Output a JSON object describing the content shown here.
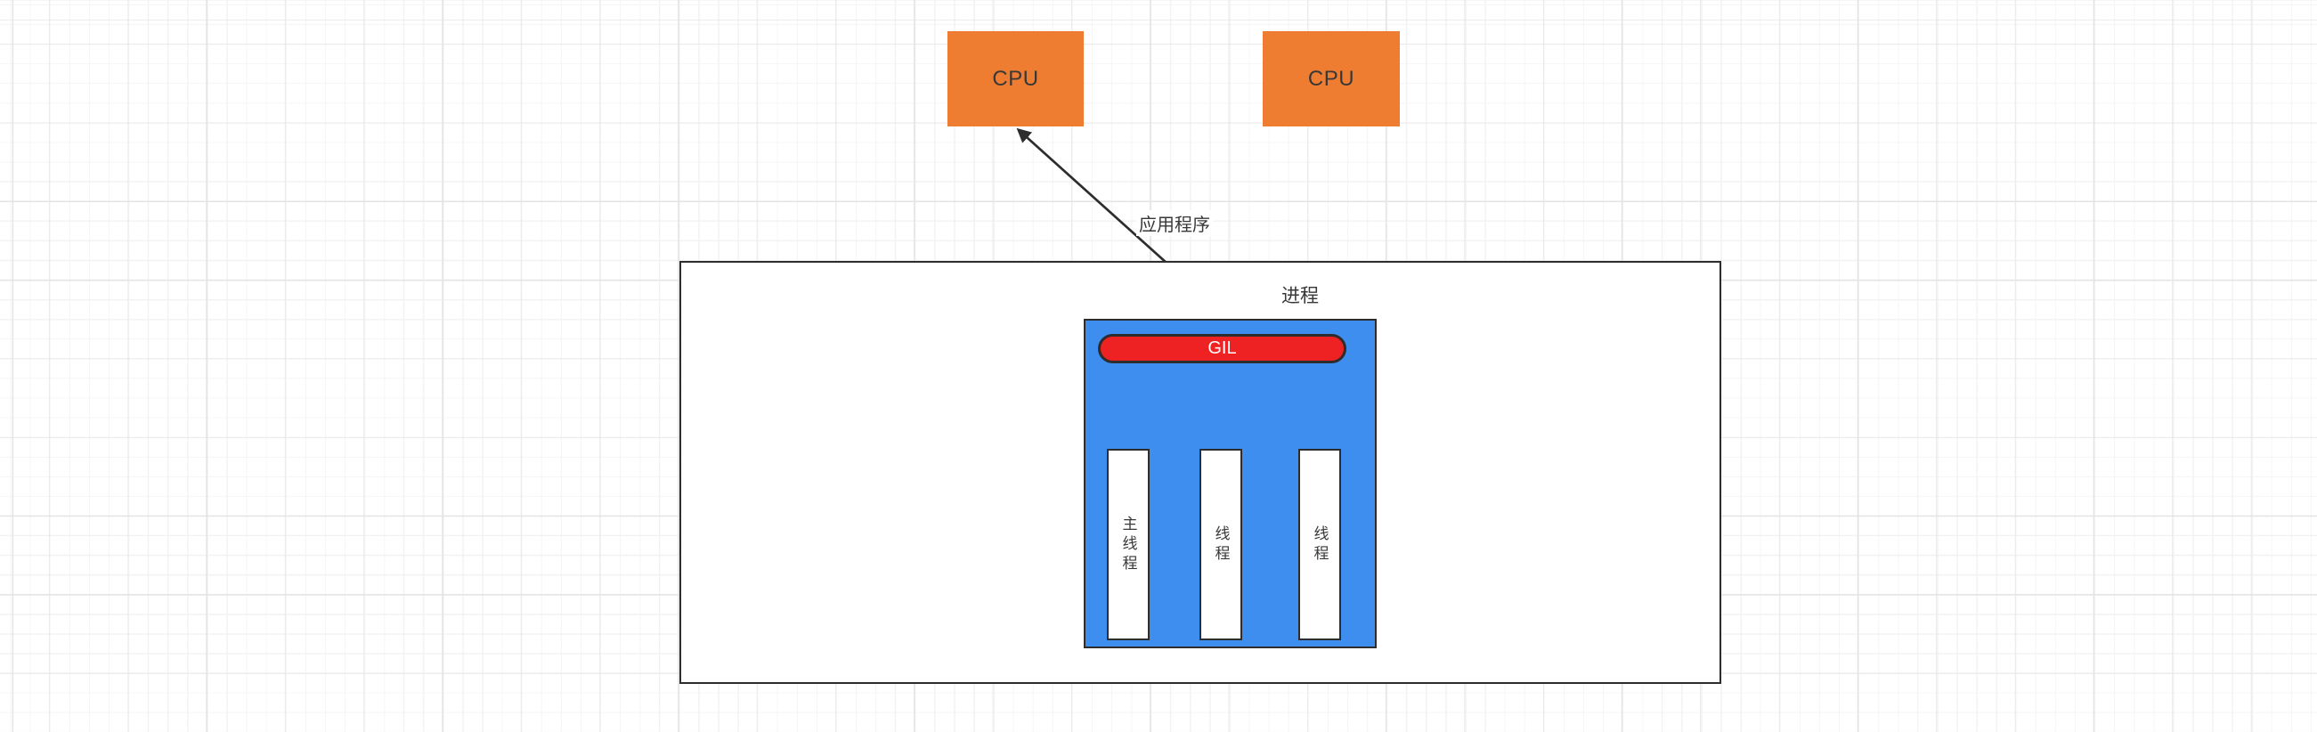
{
  "diagram": {
    "nodes": {
      "cpu_left": {
        "label": "CPU"
      },
      "cpu_right": {
        "label": "CPU"
      },
      "process": {
        "label": "进程"
      },
      "gil": {
        "label": "GIL"
      },
      "thread_main": {
        "label": "主线程"
      },
      "thread_2": {
        "label": "线程"
      },
      "thread_3": {
        "label": "线程"
      }
    },
    "edges": {
      "app_to_cpu": {
        "label": "应用程序"
      }
    }
  },
  "colors": {
    "cpu_fill": "#EE7D31",
    "process_fill": "#FFFFFF",
    "container_fill": "#3E8EF0",
    "gil_fill": "#EE2222",
    "stroke": "#2D2D2D",
    "text_color": "#383838",
    "grid_minor": "#F2F2F2",
    "grid_major": "#E3E3E3"
  }
}
